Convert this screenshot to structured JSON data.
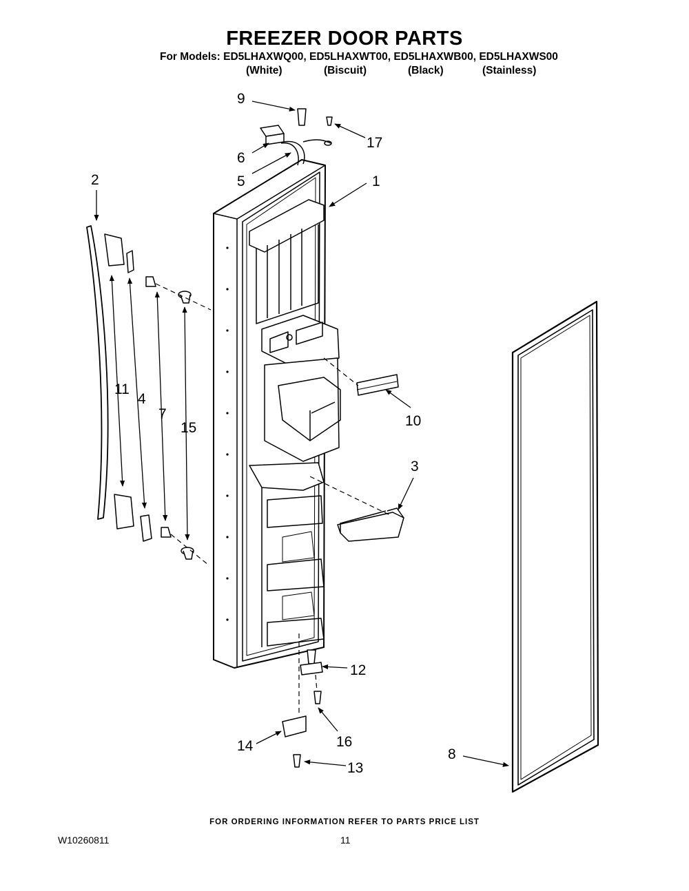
{
  "header": {
    "title": "FREEZER DOOR PARTS",
    "models_line": "For Models: ED5LHAXWQ00, ED5LHAXWT00, ED5LHAXWB00, ED5LHAXWS00",
    "variants": [
      "(White)",
      "(Biscuit)",
      "(Black)",
      "(Stainless)"
    ]
  },
  "callouts": {
    "c1": "1",
    "c2": "2",
    "c3": "3",
    "c4": "4",
    "c5": "5",
    "c6": "6",
    "c7": "7",
    "c8": "8",
    "c9": "9",
    "c10": "10",
    "c11": "11",
    "c12": "12",
    "c13": "13",
    "c14": "14",
    "c15": "15",
    "c16": "16",
    "c17": "17"
  },
  "footer": {
    "note": "FOR ORDERING INFORMATION REFER TO PARTS PRICE LIST",
    "doc_number": "W10260811",
    "page_number": "11"
  }
}
